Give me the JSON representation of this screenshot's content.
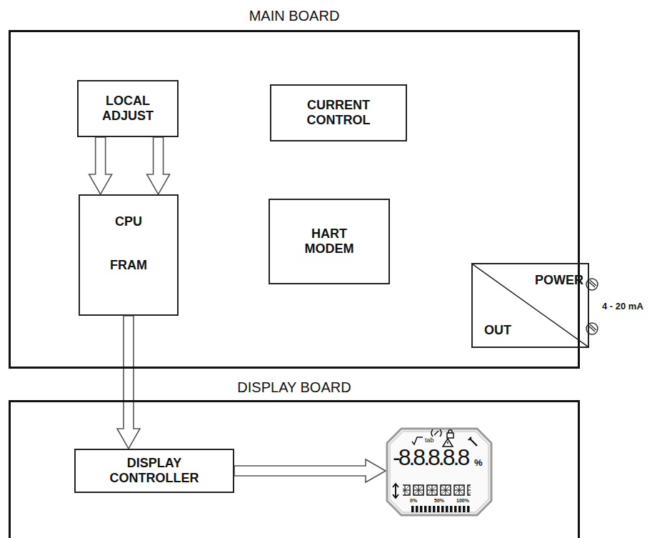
{
  "diagram": {
    "nodes": [
      {
        "text": [
          "MAIN BOARD"
        ]
      },
      {
        "text": [
          "LOCAL ADJUST"
        ],
        "in": 0
      },
      {
        "text": [
          "CURRENT CONTROL"
        ],
        "in": 0
      },
      {
        "text": [
          "CPU",
          "FRAM"
        ],
        "in": 0
      },
      {
        "text": [
          "HART MODEM"
        ],
        "in": 0
      },
      {
        "text": [
          "POWER",
          "OUT"
        ],
        "in": 0
      },
      {
        "text": [
          "DISPLAY BOARD"
        ]
      },
      {
        "text": [
          "DISPLAY CONTROLLER"
        ],
        "in": 6
      },
      {
        "text": [
          "-8.8.8.8.8",
          "%",
          "tab",
          "0%",
          "50%",
          "100%"
        ],
        "in": 6
      }
    ],
    "edges": [
      {
        "from": 1,
        "to": 3,
        "arrow": "to"
      },
      {
        "from": 1,
        "to": 3,
        "arrow": "to"
      },
      {
        "from": 3,
        "to": 7,
        "arrow": "to"
      },
      {
        "from": 7,
        "to": 8,
        "arrow": "to"
      }
    ],
    "labels": [
      "4 - 20 mA"
    ]
  }
}
